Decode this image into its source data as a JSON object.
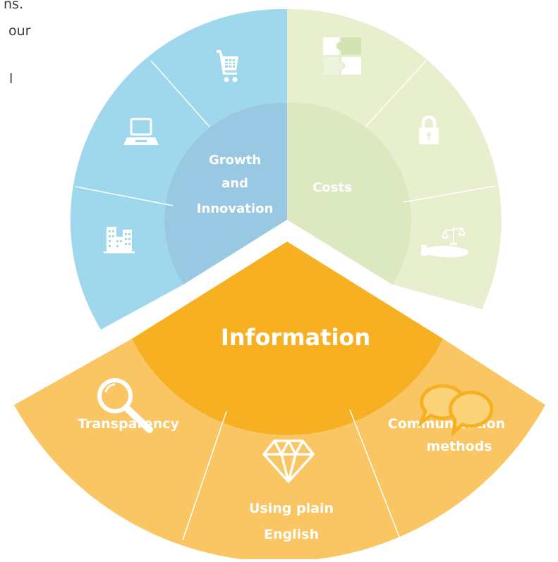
{
  "background_fragments": [
    "ns.",
    "our",
    "l"
  ],
  "colors": {
    "growth_outer": "#9fd8ec",
    "growth_inner": "#98c8e2",
    "costs_outer": "#e7efcf",
    "costs_inner": "#dce8c0",
    "info_outer": "#f9c663",
    "info_inner": "#f6b022",
    "white": "#ffffff"
  },
  "growth": {
    "label_lines": [
      "Growth",
      "and",
      "Innovation"
    ],
    "icons": [
      "shopping-cart-icon",
      "computer-icon",
      "buildings-icon"
    ]
  },
  "costs": {
    "label": "Costs",
    "icons": [
      "puzzle-icon",
      "padlock-icon",
      "hand-scales-icon"
    ]
  },
  "information": {
    "title": "Information",
    "segments": [
      {
        "label_lines": [
          "Transparency"
        ],
        "icon": "magnifier-icon"
      },
      {
        "label_lines": [
          "Using plain",
          "English"
        ],
        "icon": "diamond-icon"
      },
      {
        "label_lines": [
          "Communication",
          "methods"
        ],
        "icon": "speech-bubbles-icon"
      }
    ]
  }
}
